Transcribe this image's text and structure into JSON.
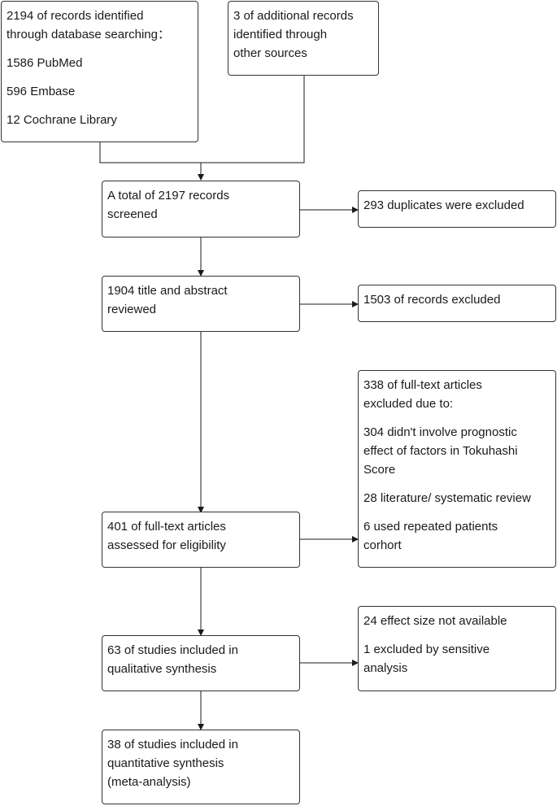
{
  "identification": {
    "database_box": {
      "lines": [
        "2194 of records identified",
        "through database searching：",
        "1586 PubMed",
        "596 Embase",
        "12 Cochrane Library"
      ]
    },
    "other_sources_box": {
      "lines": [
        "3 of additional records",
        "identified through",
        "other sources"
      ]
    }
  },
  "screening": {
    "records_screened_box": {
      "lines": [
        "A total of 2197 records",
        "screened"
      ]
    },
    "duplicates_box": {
      "lines": [
        "293 duplicates were excluded"
      ]
    },
    "title_abstract_box": {
      "lines": [
        "1904 title and abstract",
        "reviewed"
      ]
    },
    "records_excluded_box": {
      "lines": [
        "1503 of records excluded"
      ]
    }
  },
  "eligibility": {
    "fulltext_box": {
      "lines": [
        "401 of full-text articles",
        "assessed for eligibility"
      ]
    },
    "fulltext_excluded_box": {
      "lines": [
        "338 of full-text articles",
        "excluded due to:",
        "304 didn't involve prognostic",
        "effect of factors in Tokuhashi",
        "Score",
        "28 literature/ systematic review",
        "6 used repeated patients",
        "corhort"
      ]
    }
  },
  "included": {
    "qualitative_box": {
      "lines": [
        "63 of studies included in",
        "qualitative synthesis"
      ]
    },
    "qualitative_excluded_box": {
      "lines": [
        "24 effect size not available",
        "1 excluded by sensitive",
        "analysis"
      ]
    },
    "quantitative_box": {
      "lines": [
        "38 of studies included in",
        "quantitative synthesis",
        "(meta-analysis)"
      ]
    }
  },
  "colors": {
    "border": "#333333",
    "arrow": "#1a1a1a",
    "text": "#1a1a1a",
    "background": "#ffffff"
  }
}
